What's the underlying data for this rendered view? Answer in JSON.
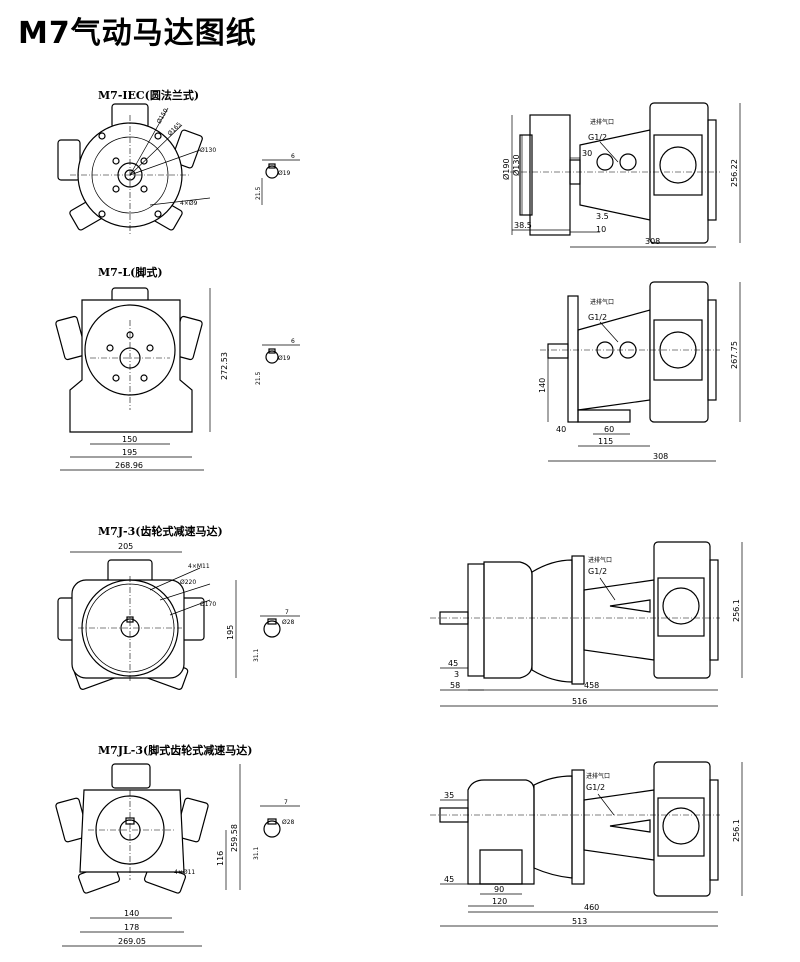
{
  "title": "M7气动马达图纸",
  "views": {
    "iec": {
      "title": "M7-IEC(圆法兰式)",
      "dims": [
        "Ø150",
        "Ø165",
        "Ø130",
        "4×Ø9",
        "Ø19",
        "6",
        "21.5",
        "Ø190",
        "Ø130",
        "30",
        "3.5",
        "10",
        "38.5",
        "308",
        "256.22"
      ],
      "port": "G1/2",
      "port_note": "进排气口"
    },
    "foot": {
      "title": "M7-L(脚式)",
      "dims": [
        "272.53",
        "150",
        "195",
        "268.96",
        "6",
        "Ø19",
        "21.5",
        "140",
        "40",
        "60",
        "115",
        "308",
        "267.75"
      ],
      "port": "G1/2",
      "port_note": "进排气口"
    },
    "gear": {
      "title": "M7J-3(齿轮式减速马达)",
      "dims": [
        "205",
        "4×M11",
        "Ø220",
        "Ø170",
        "195",
        "7",
        "Ø28",
        "31.1",
        "45",
        "3",
        "58",
        "458",
        "516",
        "256.1"
      ],
      "port": "G1/2",
      "port_note": "进排气口"
    },
    "gear_foot": {
      "title": "M7JL-3(脚式齿轮式减速马达)",
      "dims": [
        "259.58",
        "116",
        "4×Ø11",
        "140",
        "178",
        "269.05",
        "7",
        "Ø28",
        "31.1",
        "35",
        "45",
        "90",
        "120",
        "460",
        "513",
        "256.1"
      ],
      "port": "G1/2",
      "port_note": "进排气口"
    }
  }
}
